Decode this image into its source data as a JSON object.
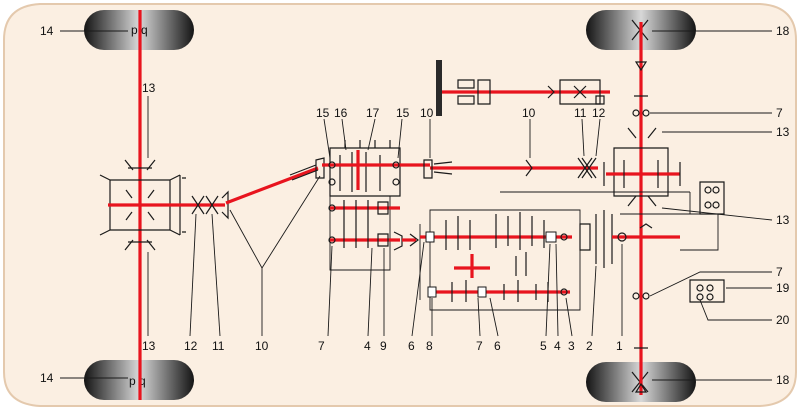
{
  "colors": {
    "body": "#fbefe2",
    "body_edge": "#e4c9ad",
    "shaft": "#e8141e",
    "line": "#1a1a1a",
    "tire_dark": "#141414",
    "tire_light": "#d8d8d8"
  },
  "callouts": {
    "wheel_front_left": "14",
    "wheel_rear_left": "14",
    "wheel_front_right": "18",
    "wheel_rear_right": "18",
    "axle_left_top": "13",
    "axle_left_bottom": "13",
    "axle_right_top": "13",
    "axle_right_mid": "13",
    "transfer_top_15a": "15",
    "transfer_top_16": "16",
    "transfer_top_17": "17",
    "transfer_top_15b": "15",
    "prop_joint_10a": "10",
    "prop_joint_10b": "10",
    "joint_11_top": "11",
    "joint_12_top": "12",
    "diff_right_7": "7",
    "diff_right_7_low": "7",
    "box_19": "19",
    "box_20": "20",
    "b_12": "12",
    "b_11": "11",
    "b_10": "10",
    "b_7a": "7",
    "b_4a": "4",
    "b_9": "9",
    "b_6a": "6",
    "b_8": "8",
    "b_7b": "7",
    "b_6b": "6",
    "b_5": "5",
    "b_4b": "4",
    "b_3": "3",
    "b_2": "2",
    "b_1": "1"
  }
}
